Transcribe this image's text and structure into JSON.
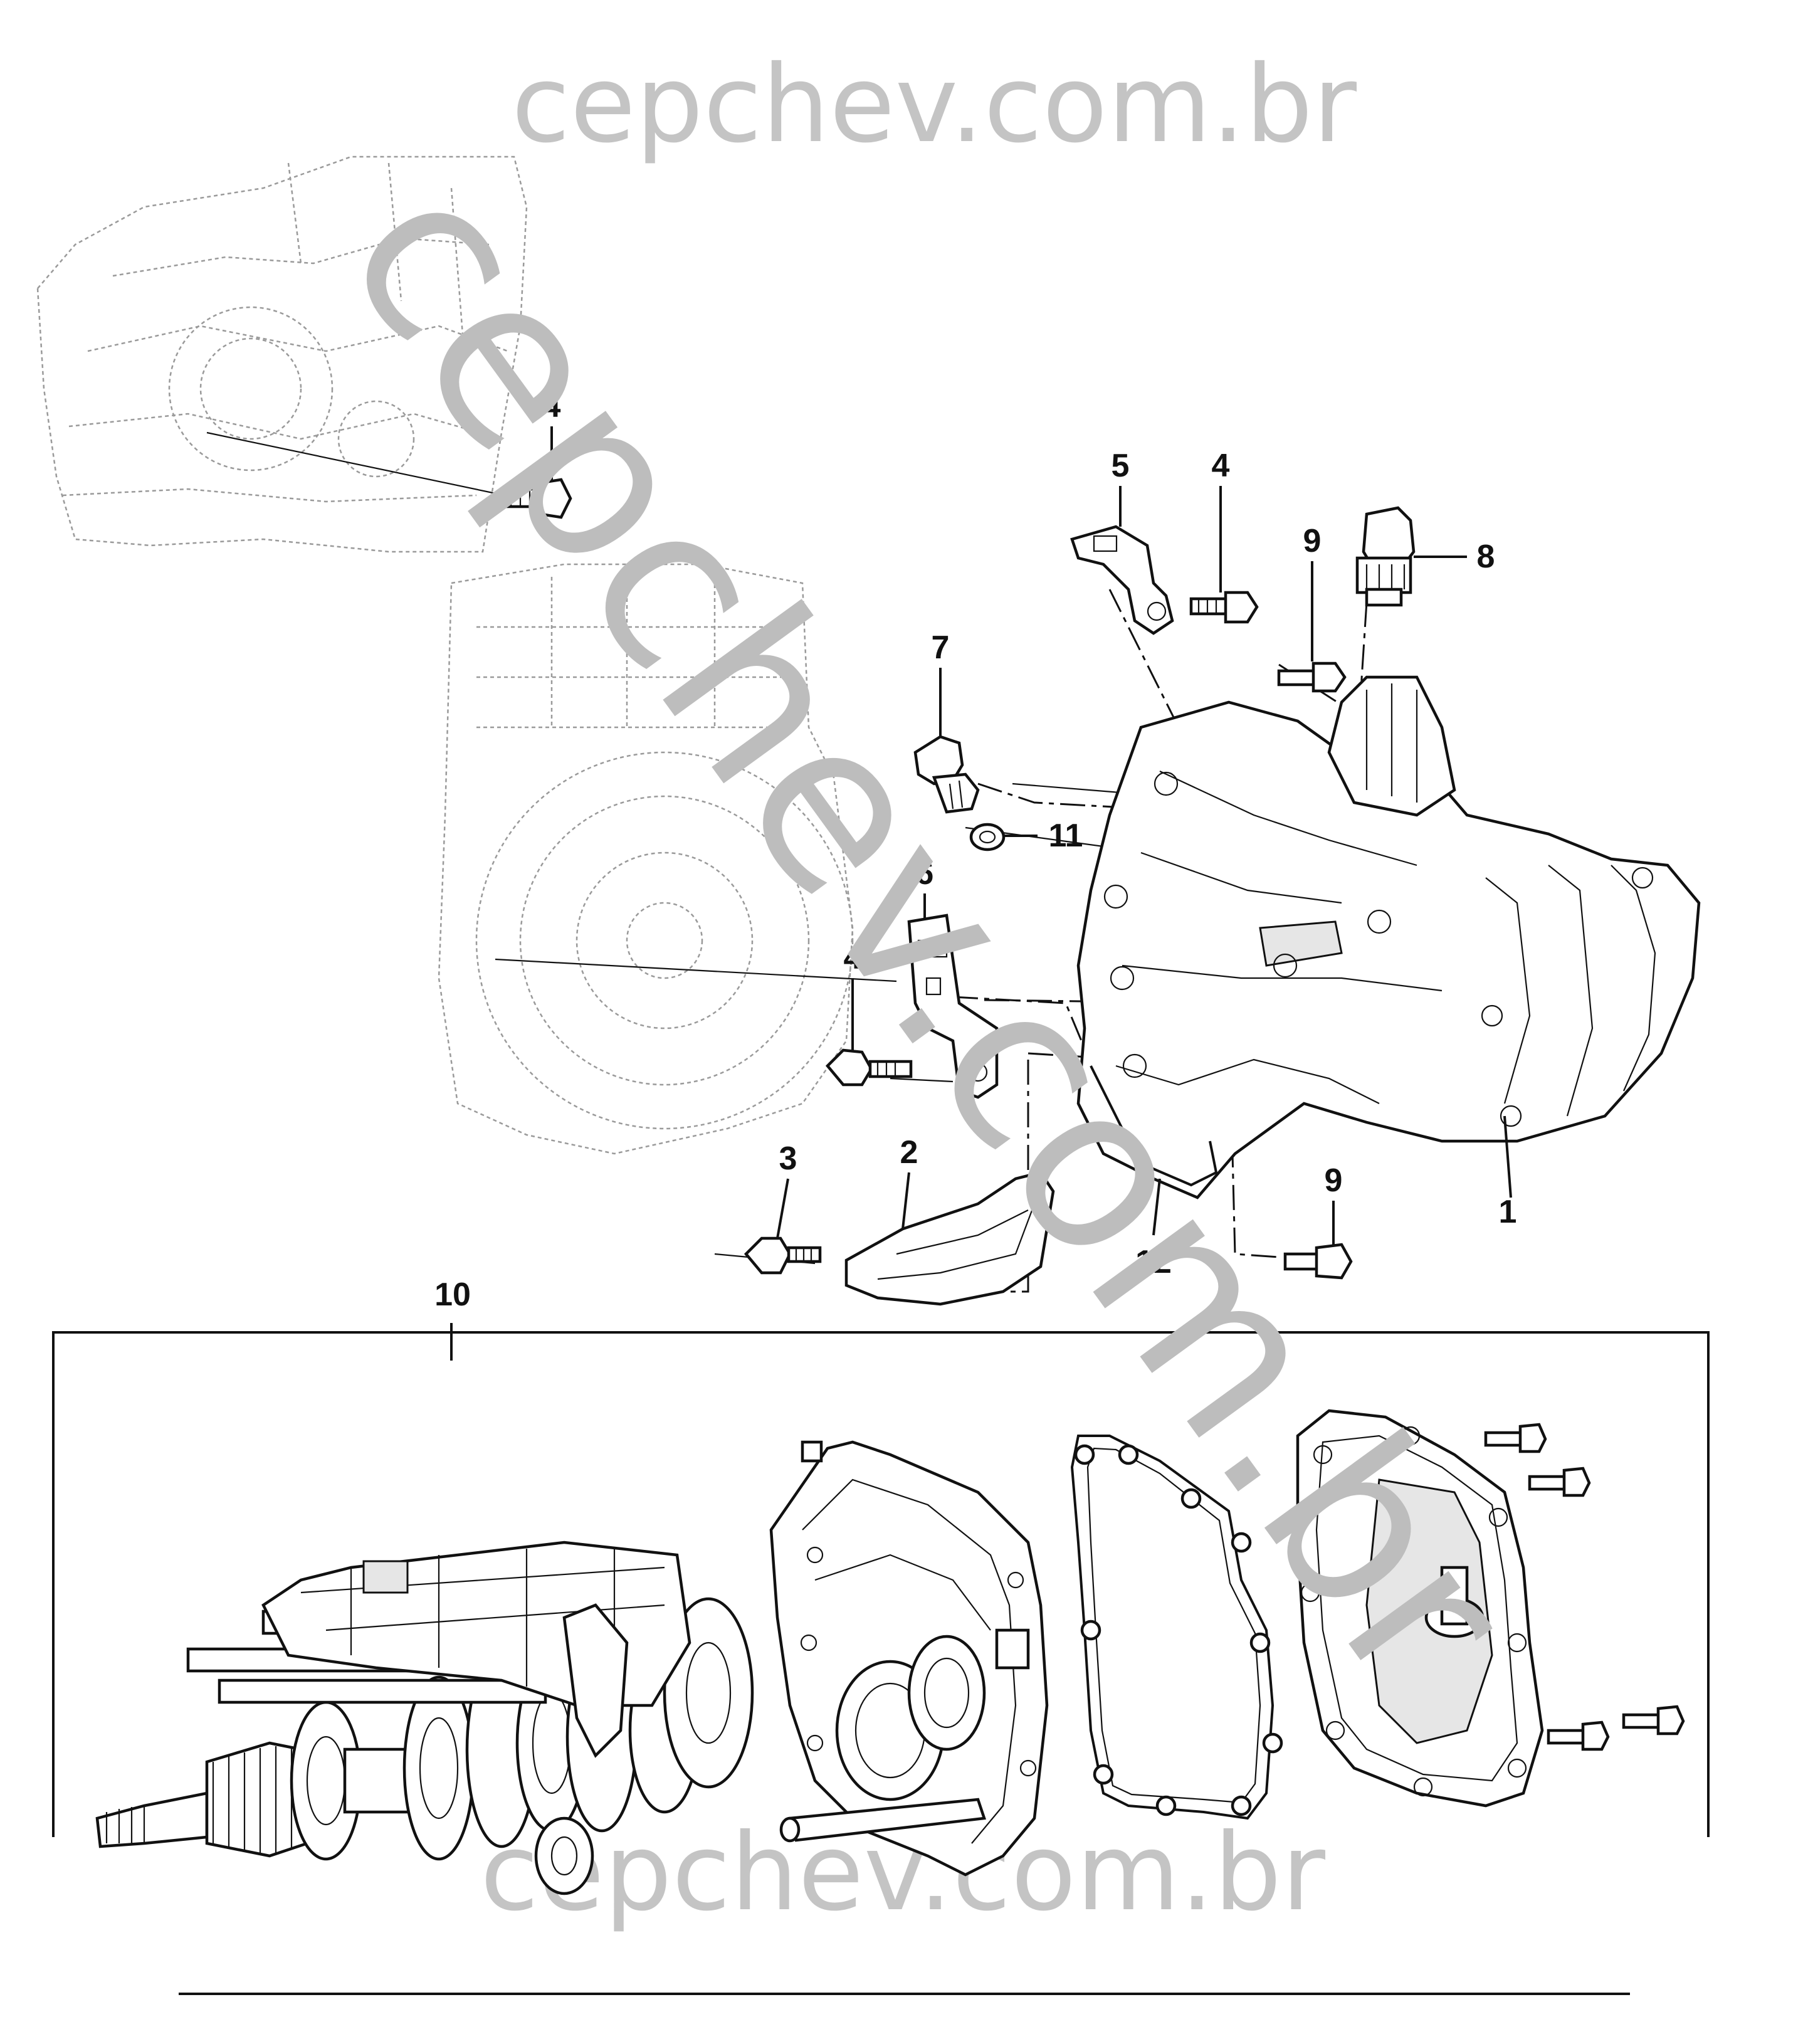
{
  "watermark": {
    "top": "cepchev.com.br",
    "bottom": "cepchev.com.br",
    "diagonal": "cepchev.com.br"
  },
  "callouts": {
    "c1": "1",
    "c2": "2",
    "c3": "3",
    "c4a": "4",
    "c4b": "4",
    "c4c": "4",
    "c5": "5",
    "c6": "6",
    "c7": "7",
    "c8": "8",
    "c9a": "9",
    "c9b": "9",
    "c10": "10",
    "c11": "11",
    "c12": "12"
  }
}
